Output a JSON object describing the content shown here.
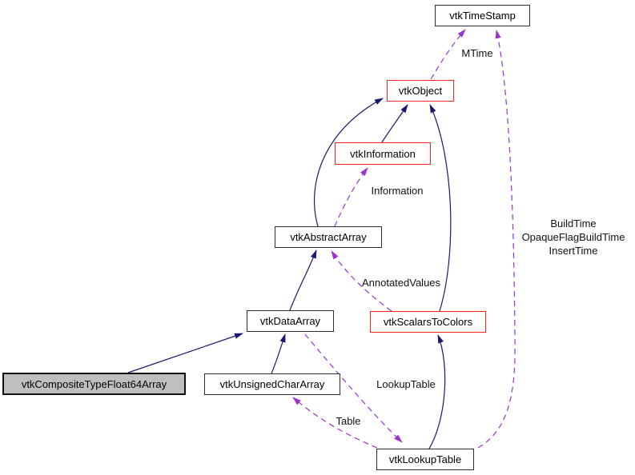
{
  "diagram": {
    "type": "class-collaboration-graph",
    "nodes": [
      {
        "label": "vtkTimeStamp"
      },
      {
        "label": "vtkObject"
      },
      {
        "label": "vtkInformation"
      },
      {
        "label": "vtkAbstractArray"
      },
      {
        "label": "vtkDataArray"
      },
      {
        "label": "vtkScalarsToColors"
      },
      {
        "label": "vtkCompositeTypeFloat64Array"
      },
      {
        "label": "vtkUnsignedCharArray"
      },
      {
        "label": "vtkLookupTable"
      }
    ],
    "edges": [
      {
        "type": "inheritance",
        "from": "vtkInformation",
        "to": "vtkObject"
      },
      {
        "type": "inheritance",
        "from": "vtkAbstractArray",
        "to": "vtkObject"
      },
      {
        "type": "inheritance",
        "from": "vtkScalarsToColors",
        "to": "vtkObject"
      },
      {
        "type": "inheritance",
        "from": "vtkDataArray",
        "to": "vtkAbstractArray"
      },
      {
        "type": "inheritance",
        "from": "vtkCompositeTypeFloat64Array",
        "to": "vtkDataArray"
      },
      {
        "type": "inheritance",
        "from": "vtkUnsignedCharArray",
        "to": "vtkDataArray"
      },
      {
        "type": "inheritance",
        "from": "vtkLookupTable",
        "to": "vtkScalarsToColors"
      },
      {
        "type": "usage",
        "from": "vtkObject",
        "to": "vtkTimeStamp",
        "label": "MTime"
      },
      {
        "type": "usage",
        "from": "vtkAbstractArray",
        "to": "vtkInformation",
        "label": "Information"
      },
      {
        "type": "usage",
        "from": "vtkScalarsToColors",
        "to": "vtkAbstractArray",
        "label": "AnnotatedValues"
      },
      {
        "type": "usage",
        "from": "vtkDataArray",
        "to": "vtkLookupTable",
        "label": "LookupTable"
      },
      {
        "type": "usage",
        "from": "vtkLookupTable",
        "to": "vtkUnsignedCharArray",
        "label": "Table"
      },
      {
        "type": "usage",
        "from": "vtkLookupTable",
        "to": "vtkTimeStamp",
        "label_lines": [
          "BuildTime",
          "OpaqueFlagBuildTime",
          "InsertTime"
        ]
      }
    ],
    "colors": {
      "inheritance_edge": "#191970",
      "usage_edge": "#9a32cd",
      "emphasis_border": "#fb2020",
      "main_node_fill": "#bfbfbf",
      "node_border": "#2e2e2e",
      "background": "#ffffff"
    }
  }
}
